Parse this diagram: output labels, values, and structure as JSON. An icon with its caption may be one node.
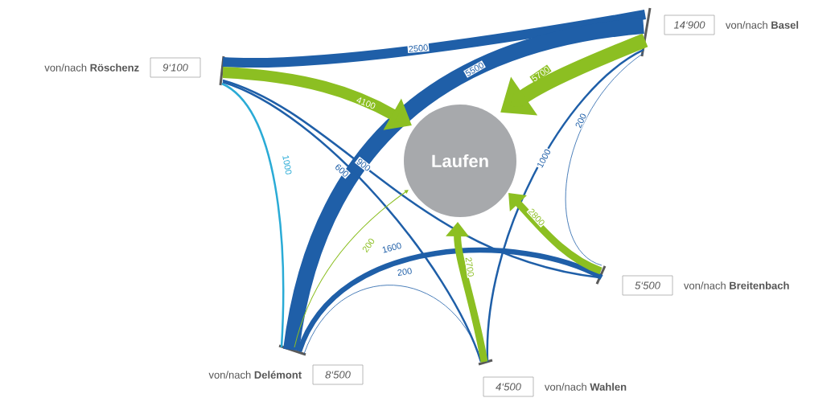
{
  "diagram": {
    "nodes": [
      {
        "text": [
          "Laufen"
        ]
      },
      {
        "text": [
          "14‘900"
        ],
        "beside": [
          "von/nach **Basel**"
        ]
      },
      {
        "text": [
          "9‘100"
        ],
        "beside": [
          "von/nach **Röschenz**"
        ]
      },
      {
        "text": [
          "5‘500"
        ],
        "beside": [
          "von/nach **Breitenbach**"
        ]
      },
      {
        "text": [
          "8‘500"
        ],
        "beside": [
          "von/nach **Delémont**"
        ]
      },
      {
        "text": [
          "4‘500"
        ],
        "beside": [
          "von/nach **Wahlen**"
        ]
      },
      {
        "text": [],
        "shape": "bar"
      },
      {
        "text": [],
        "shape": "bar"
      },
      {
        "text": [],
        "shape": "bar"
      },
      {
        "text": [],
        "shape": "bar"
      },
      {
        "text": [],
        "shape": "bar"
      }
    ],
    "edges": [
      {
        "from": 6,
        "to": 10,
        "arrow": "none",
        "label": "2500",
        "style": "thick"
      },
      {
        "from": 10,
        "to": 7,
        "arrow": "none",
        "label": "5500",
        "style": "thick"
      },
      {
        "from": 6,
        "to": 7,
        "arrow": "none",
        "label": "1000",
        "color": "#2aabd6"
      },
      {
        "from": 6,
        "to": 9,
        "arrow": "none",
        "label": "900"
      },
      {
        "from": 6,
        "to": 8,
        "arrow": "none",
        "label": "600"
      },
      {
        "from": 10,
        "to": 8,
        "arrow": "none",
        "label": "1000"
      },
      {
        "from": 10,
        "to": 9,
        "arrow": "none",
        "label": "200"
      },
      {
        "from": 7,
        "to": 9,
        "arrow": "none",
        "label": "1600",
        "style": "thick"
      },
      {
        "from": 7,
        "to": 8,
        "arrow": "none",
        "label": "200"
      },
      {
        "from": 6,
        "to": 0,
        "arrow": "to",
        "label": "4100",
        "style": "thick",
        "color": "#8cbf22"
      },
      {
        "from": 10,
        "to": 0,
        "arrow": "to",
        "label": "5700",
        "style": "thick",
        "color": "#8cbf22"
      },
      {
        "from": 9,
        "to": 0,
        "arrow": "to",
        "label": "2800",
        "style": "thick",
        "color": "#8cbf22"
      },
      {
        "from": 8,
        "to": 0,
        "arrow": "to",
        "label": "2700",
        "style": "thick",
        "color": "#8cbf22"
      },
      {
        "from": 7,
        "to": 0,
        "arrow": "to",
        "label": "200",
        "color": "#8cbf22"
      }
    ]
  }
}
